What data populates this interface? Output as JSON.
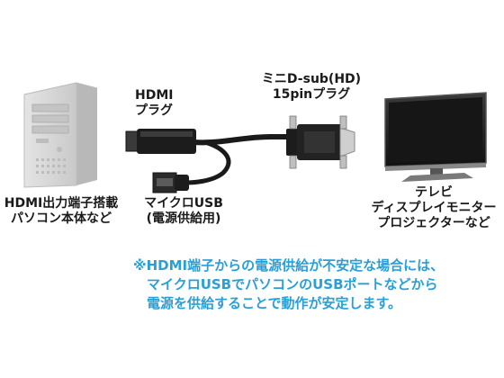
{
  "labels": {
    "pc": [
      "HDMI出力端子搭載",
      "パソコン本体など"
    ],
    "hdmi_plug": [
      "HDMI",
      "プラグ"
    ],
    "vga_plug": [
      "ミニD-sub(HD)",
      "15pinプラグ"
    ],
    "usb": [
      "マイクロUSB",
      "(電源供給用)"
    ],
    "tv": [
      "テレビ",
      "ディスプレイモニター",
      "プロジェクターなど"
    ]
  },
  "note": [
    "※HDMI端子からの電源供給が不安定な場合には、",
    "マイクロUSBでパソコンのUSBポートなどから",
    "電源を供給することで動作が安定します。"
  ],
  "colors": {
    "note": "#2a9fd6",
    "device_gray": "#d6d6d6",
    "cable": "#1a1a1a"
  }
}
